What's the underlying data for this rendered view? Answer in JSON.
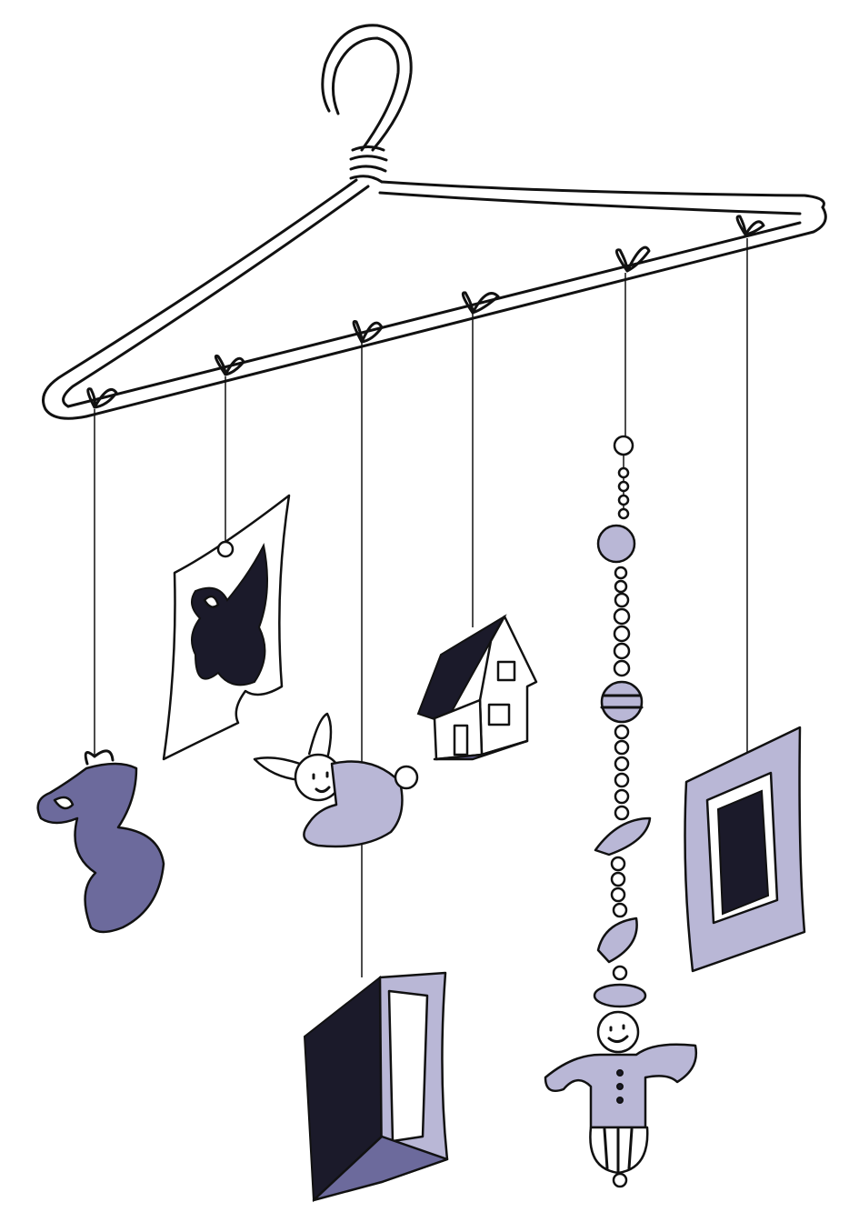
{
  "illustration": {
    "subject": "hanger-mobile",
    "colors": {
      "ink": "#111111",
      "shade": "#6c6a9c",
      "light_shade": "#b9b7d6",
      "dark_fill": "#1b1a2a",
      "background": "#ffffff"
    },
    "hanging_items": [
      "squiggle",
      "paper-sheet",
      "rabbit",
      "house",
      "bead-chain-angel",
      "picture-frame",
      "box"
    ]
  }
}
